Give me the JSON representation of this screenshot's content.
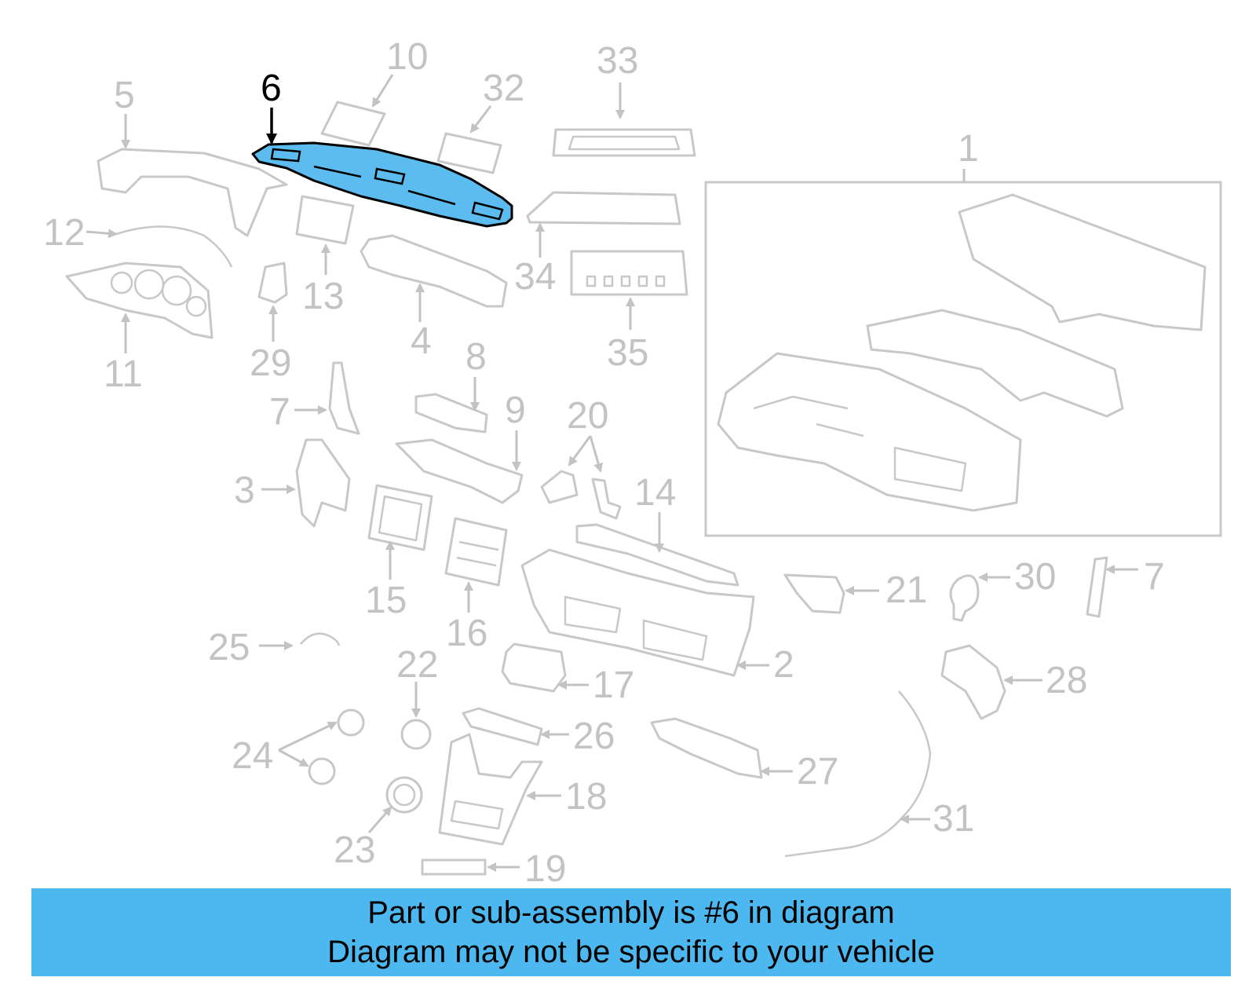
{
  "highlighted_part": "6",
  "banner": {
    "line1": "Part or sub-assembly is #6 in diagram",
    "line2": "Diagram may not be specific to your vehicle"
  },
  "callouts": {
    "c1": "1",
    "c2": "2",
    "c3": "3",
    "c4": "4",
    "c5": "5",
    "c6": "6",
    "c7a": "7",
    "c7b": "7",
    "c8": "8",
    "c9": "9",
    "c10": "10",
    "c11": "11",
    "c12": "12",
    "c13": "13",
    "c14": "14",
    "c15": "15",
    "c16": "16",
    "c17": "17",
    "c18": "18",
    "c19": "19",
    "c20": "20",
    "c21": "21",
    "c22": "22",
    "c23": "23",
    "c24": "24",
    "c25": "25",
    "c26": "26",
    "c27": "27",
    "c28": "28",
    "c29": "29",
    "c30": "30",
    "c31": "31",
    "c32": "32",
    "c33": "33",
    "c34": "34",
    "c35": "35"
  },
  "colors": {
    "highlight_fill": "#5cbcef",
    "banner_fill": "#4db8ef",
    "callout_gray": "#c3c3c3"
  }
}
